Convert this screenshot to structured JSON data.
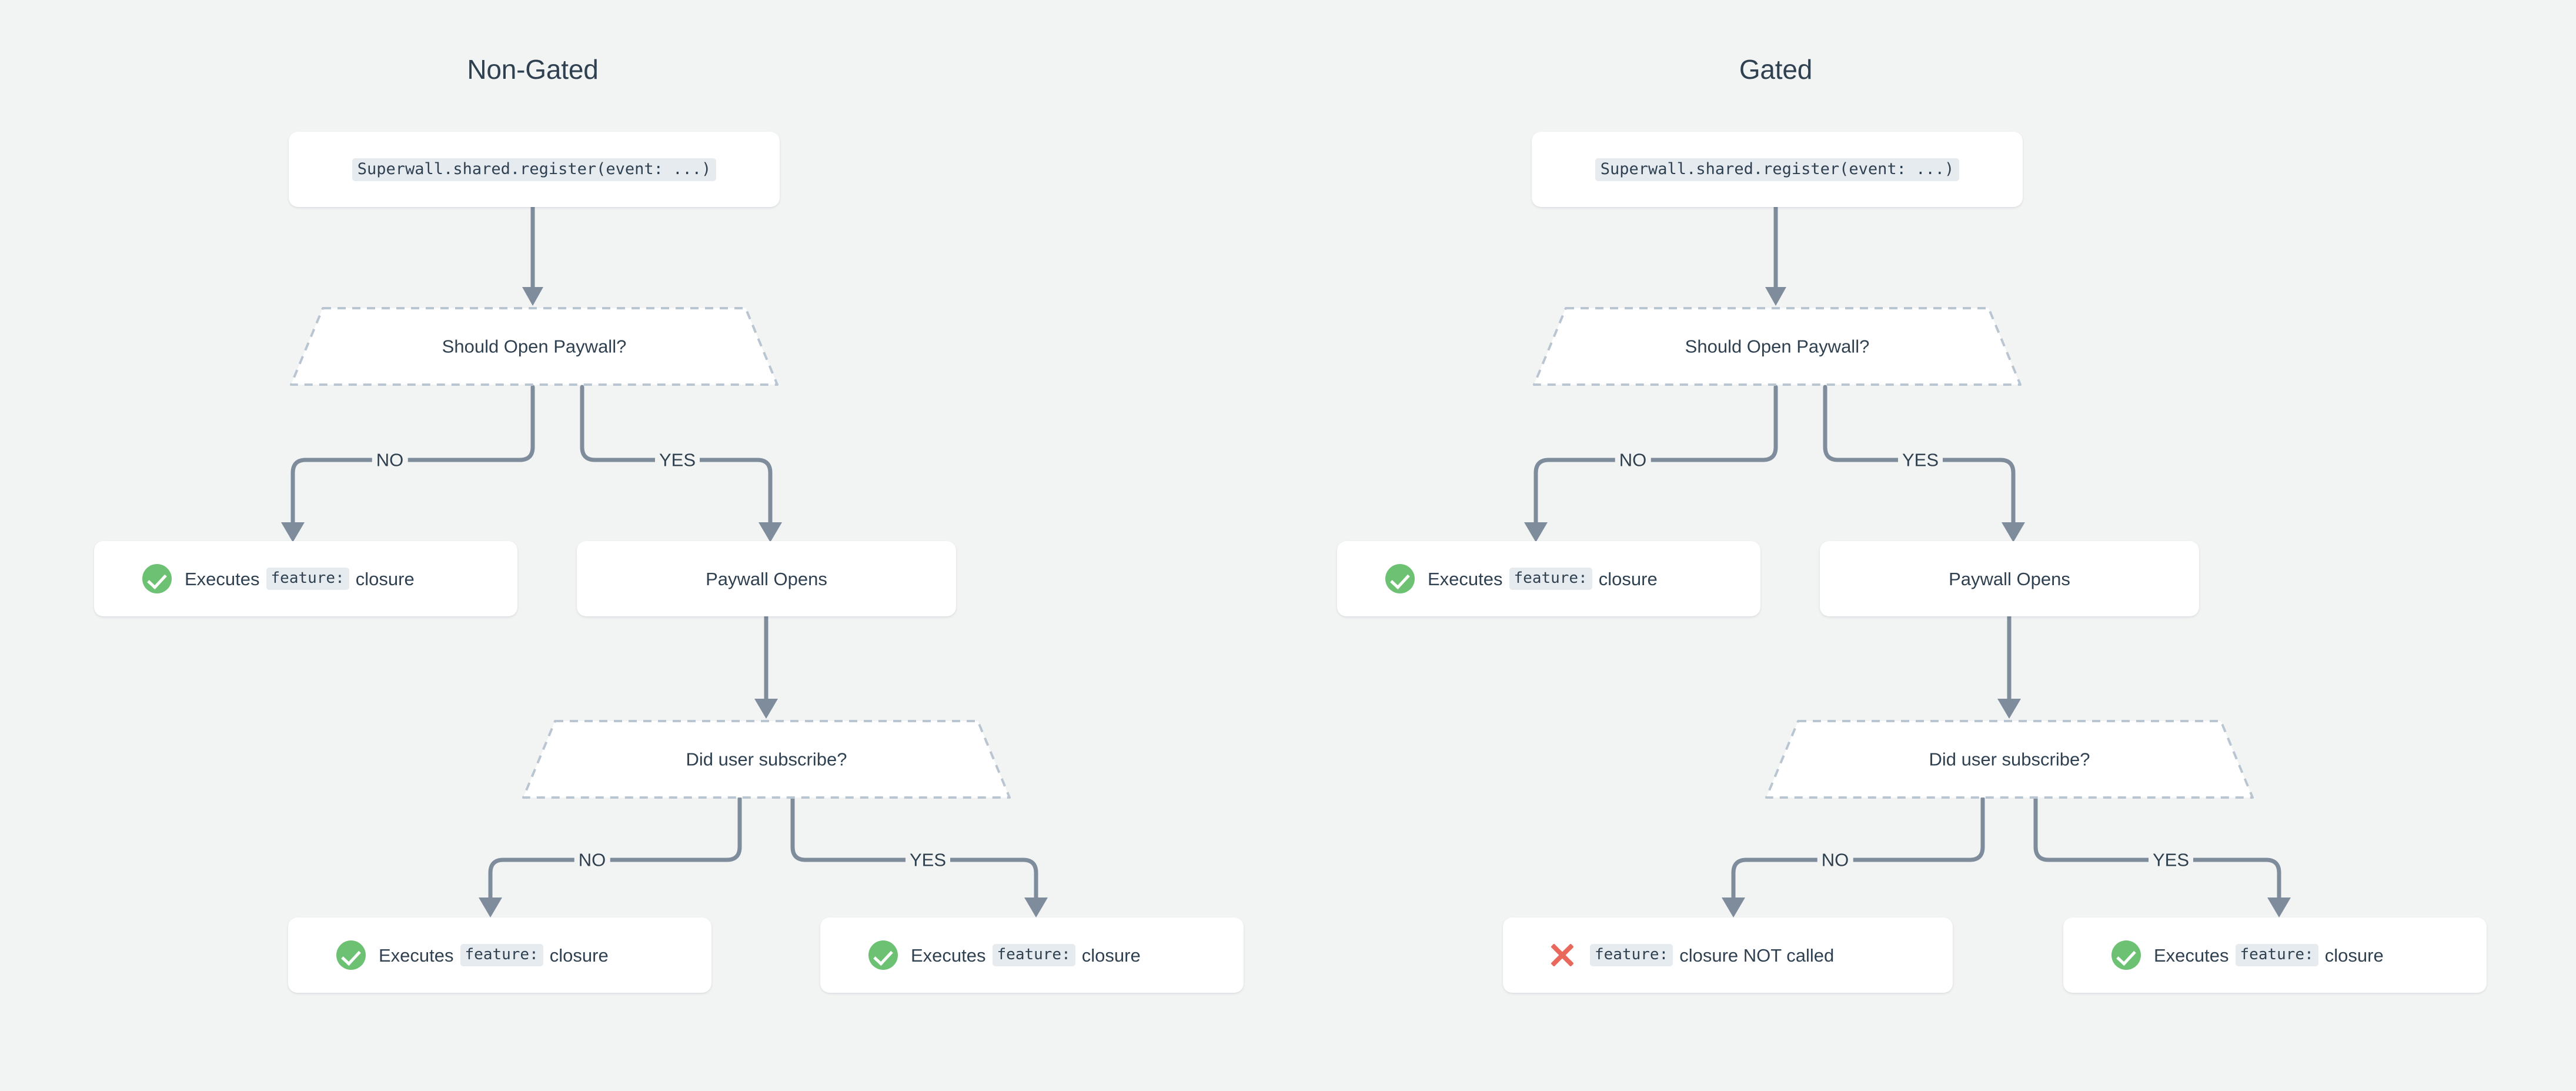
{
  "background_color": "#f2f4f4",
  "accent": {
    "text": "#2f4050",
    "connector": "#7e8c9c",
    "decision_border": "#b9c5d0",
    "success": "#6dc172",
    "failure": "#e8695b",
    "code_chip_bg": "#e6ebf0",
    "card_bg": "#ffffff"
  },
  "columns": [
    {
      "title": "Non-Gated",
      "nodes": {
        "register": "Superwall.shared.register(event: ...)",
        "decision_1": "Should Open Paywall?",
        "no_result": {
          "prefix": "Executes",
          "code": "feature:",
          "suffix": "closure",
          "icon": "check-circle-icon"
        },
        "paywall": "Paywall Opens",
        "decision_2": "Did user subscribe?",
        "sub_no_result": {
          "prefix": "Executes",
          "code": "feature:",
          "suffix": "closure",
          "icon": "check-circle-icon"
        },
        "sub_yes_result": {
          "prefix": "Executes",
          "code": "feature:",
          "suffix": "closure",
          "icon": "check-circle-icon"
        }
      }
    },
    {
      "title": "Gated",
      "nodes": {
        "register": "Superwall.shared.register(event: ...)",
        "decision_1": "Should Open Paywall?",
        "no_result": {
          "prefix": "Executes",
          "code": "feature:",
          "suffix": "closure",
          "icon": "check-circle-icon"
        },
        "paywall": "Paywall Opens",
        "decision_2": "Did user subscribe?",
        "sub_no_result": {
          "prefix": "",
          "code": "feature:",
          "suffix": "closure NOT called",
          "icon": "x-mark-icon"
        },
        "sub_yes_result": {
          "prefix": "Executes",
          "code": "feature:",
          "suffix": "closure",
          "icon": "check-circle-icon"
        }
      }
    }
  ],
  "branch_labels": {
    "no": "NO",
    "yes": "YES"
  }
}
